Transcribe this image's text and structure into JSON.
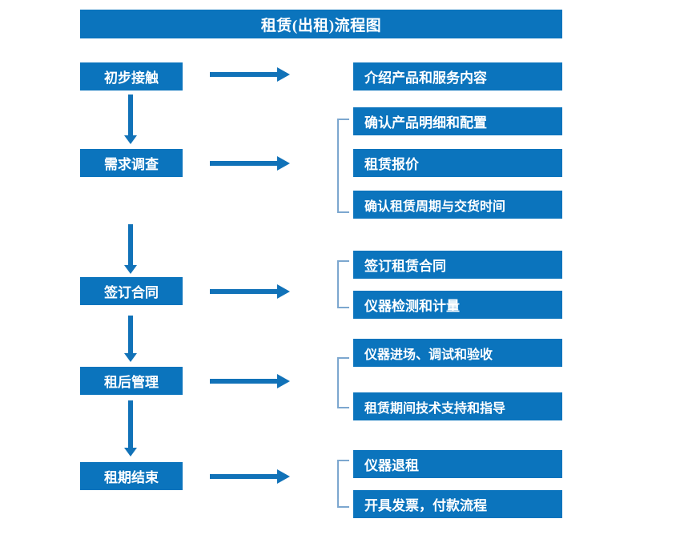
{
  "header": {
    "title": "租赁(出租)流程图"
  },
  "colors": {
    "box_blue": "#0b74bd",
    "arrow_blue": "#1172b8",
    "bracket_blue": "#7ca7cf",
    "text_white": "#ffffff",
    "background": "#ffffff"
  },
  "stages": [
    {
      "label": "初步接触",
      "details": [
        "介绍产品和服务内容"
      ]
    },
    {
      "label": "需求调查",
      "details": [
        "确认产品明细和配置",
        "租赁报价",
        "确认租赁周期与交货时间"
      ]
    },
    {
      "label": "签订合同",
      "details": [
        "签订租赁合同",
        "仪器检测和计量"
      ]
    },
    {
      "label": "租后管理",
      "details": [
        "仪器进场、调试和验收",
        "租赁期间技术支持和指导"
      ]
    },
    {
      "label": "租期结束",
      "details": [
        "仪器退租",
        "开具发票，付款流程"
      ]
    }
  ]
}
